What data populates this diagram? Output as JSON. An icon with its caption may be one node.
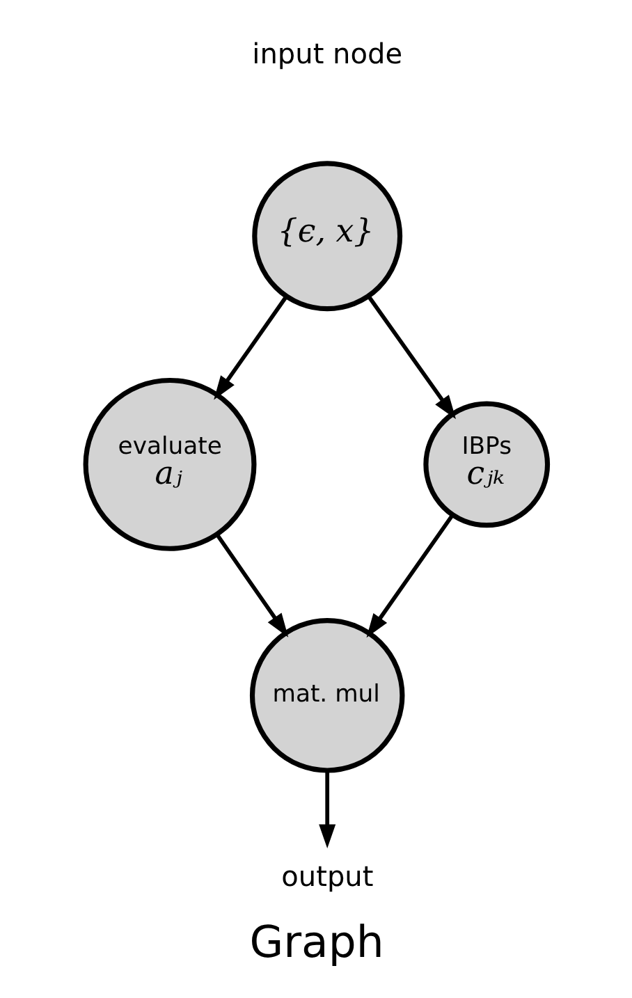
{
  "diagram": {
    "caption": "Graph",
    "nodes": [
      {
        "text": [
          "{ϵ, x}"
        ],
        "beside": [
          "input node"
        ]
      },
      {
        "text": [
          "evaluate",
          "aⱼ"
        ]
      },
      {
        "text": [
          "IBPs",
          "cⱼₖ"
        ]
      },
      {
        "text": [
          "mat. mul"
        ]
      },
      {
        "text": [
          "output"
        ]
      }
    ],
    "edges": [
      {
        "from": 0,
        "to": 1,
        "arrow": "to"
      },
      {
        "from": 0,
        "to": 2,
        "arrow": "to"
      },
      {
        "from": 1,
        "to": 3,
        "arrow": "to"
      },
      {
        "from": 2,
        "to": 3,
        "arrow": "to"
      },
      {
        "from": 3,
        "to": 4,
        "arrow": "to"
      }
    ]
  }
}
